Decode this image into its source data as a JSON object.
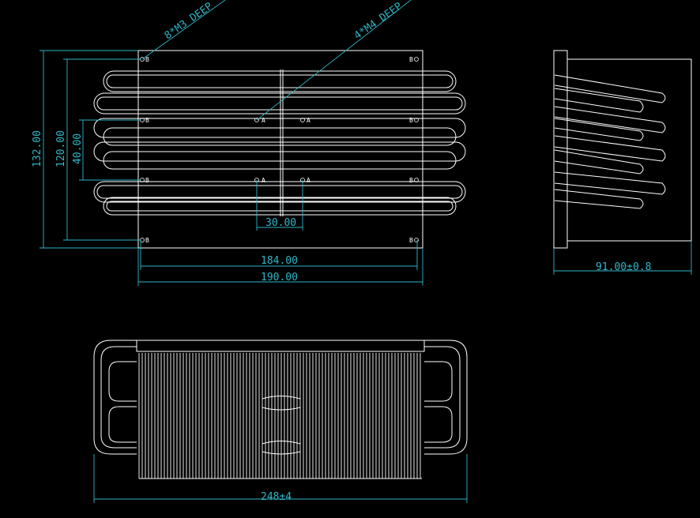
{
  "drawing": {
    "background_color": "#000000",
    "line_color": "#ffffff",
    "dimension_color": "#2fb6c8"
  },
  "annotations": {
    "m3_note": "8*M3 DEEP",
    "m4_note": "4*M4 DEEP",
    "hole_a": "A",
    "hole_b": "B"
  },
  "dimensions": {
    "height_132": "132.00",
    "height_120": "120.00",
    "height_40": "40.00",
    "spacing_30": "30.00",
    "width_184": "184.00",
    "width_190": "190.00",
    "depth_91": "91.00±0.8",
    "length_248": "248±4"
  }
}
